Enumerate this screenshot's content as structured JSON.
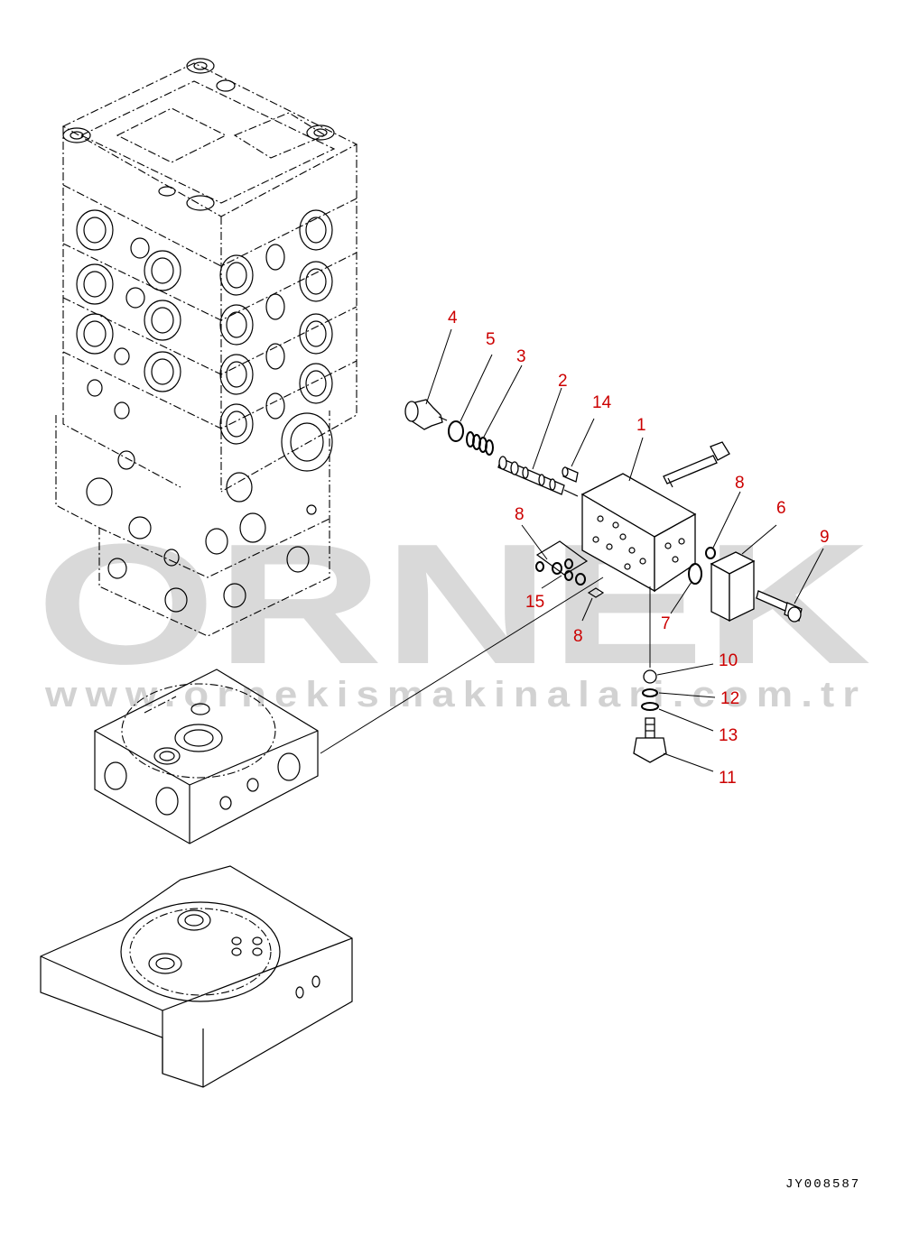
{
  "watermark": {
    "brand": "ORNEK",
    "url": "www.ornekismakinalari.com.tr"
  },
  "drawing_code": "JY008587",
  "callouts": [
    {
      "id": "c1",
      "label": "1"
    },
    {
      "id": "c2",
      "label": "2"
    },
    {
      "id": "c3",
      "label": "3"
    },
    {
      "id": "c4",
      "label": "4"
    },
    {
      "id": "c5",
      "label": "5"
    },
    {
      "id": "c6",
      "label": "6"
    },
    {
      "id": "c7",
      "label": "7"
    },
    {
      "id": "c8a",
      "label": "8"
    },
    {
      "id": "c8b",
      "label": "8"
    },
    {
      "id": "c8c",
      "label": "8"
    },
    {
      "id": "c9",
      "label": "9"
    },
    {
      "id": "c10",
      "label": "10"
    },
    {
      "id": "c11",
      "label": "11"
    },
    {
      "id": "c12",
      "label": "12"
    },
    {
      "id": "c13",
      "label": "13"
    },
    {
      "id": "c14",
      "label": "14"
    },
    {
      "id": "c15",
      "label": "15"
    }
  ]
}
